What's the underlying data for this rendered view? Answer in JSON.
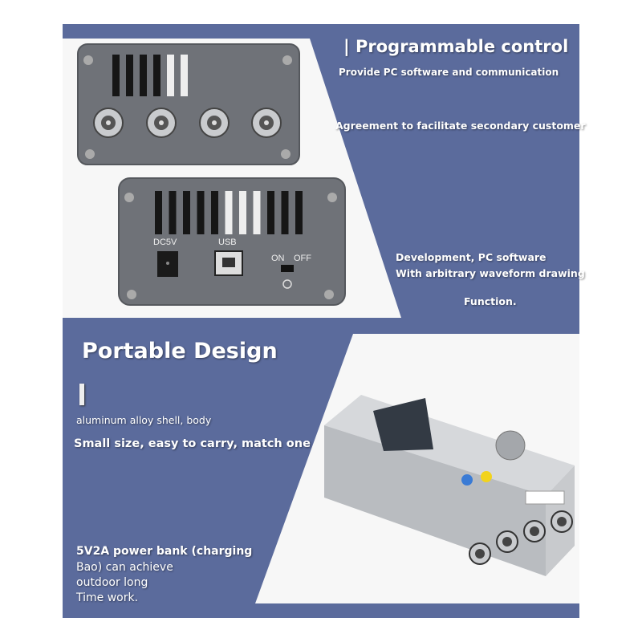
{
  "colors": {
    "panel_blue": "#5b6b9c",
    "device_gray": "#6f7278",
    "accent_yellow": "#f2d31c",
    "accent_blue": "#3a7bd5"
  },
  "programmable": {
    "title": "| Programmable control",
    "line1": "Provide PC software and communication",
    "line2": "Agreement to facilitate secondary customer",
    "line3": "Development, PC software",
    "line4": "With arbitrary waveform drawing",
    "line5": "Function."
  },
  "portable": {
    "title": "Portable Design",
    "line1": "aluminum alloy shell, body",
    "line2": "Small size, easy to carry, match one",
    "power": [
      "5V2A power bank (charging",
      "Bao) can achieve",
      "outdoor long",
      "Time work."
    ]
  },
  "device_labels": {
    "dc": "DC5V",
    "usb": "USB",
    "on": "ON",
    "off": "OFF"
  }
}
